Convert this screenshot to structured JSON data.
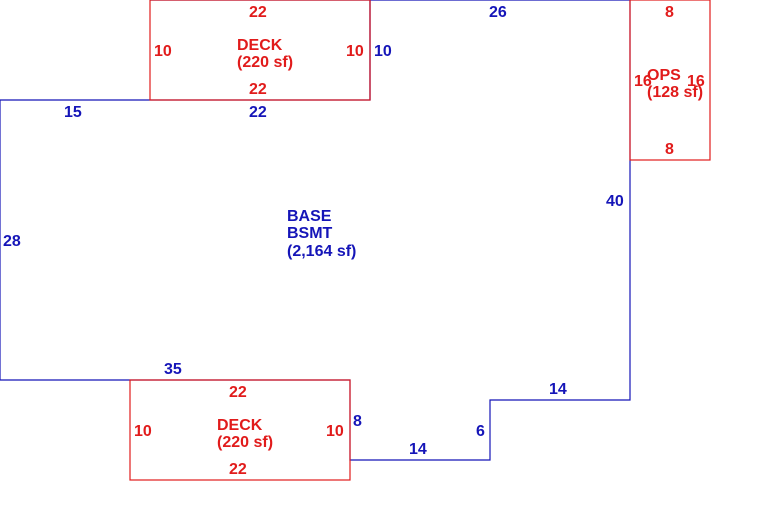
{
  "colors": {
    "base": "#1515b8",
    "deck": "#e11b1b"
  },
  "base": {
    "name": "BASE",
    "level": "BSMT",
    "area": "(2,164 sf)",
    "dims": {
      "top": "26",
      "right": "40",
      "notch_top": "14",
      "notch_side": "6",
      "bottom_right": "14",
      "step": "8",
      "bottom_left": "35",
      "left": "28",
      "top_left": "15",
      "top_mid": "22",
      "upper_side": "10"
    }
  },
  "deck_top": {
    "name": "DECK",
    "area": "(220 sf)",
    "dims": {
      "top": "22",
      "bottom": "22",
      "left": "10",
      "right": "10"
    }
  },
  "deck_bottom": {
    "name": "DECK",
    "area": "(220 sf)",
    "dims": {
      "top": "22",
      "bottom": "22",
      "left": "10",
      "right": "10"
    }
  },
  "ops": {
    "name": "OPS",
    "area": "(128 sf)",
    "dims": {
      "top": "8",
      "bottom": "8",
      "left": "16",
      "right": "16"
    }
  }
}
